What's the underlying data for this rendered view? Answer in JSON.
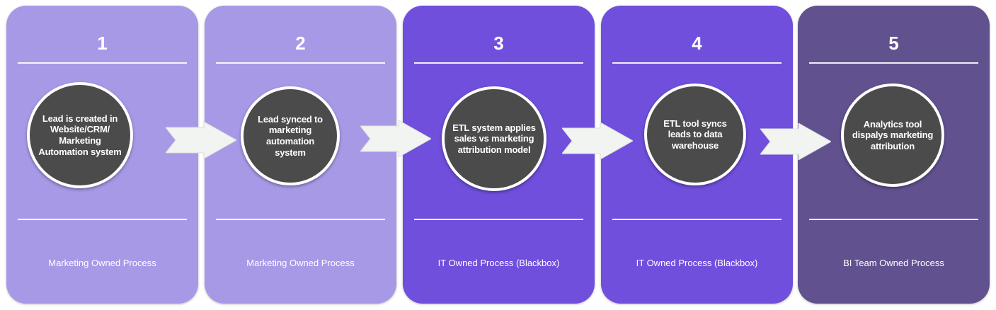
{
  "colors": {
    "card_light": "#a899e7",
    "card_medium": "#6f4fdb",
    "card_dark": "#62518f",
    "circle": "#4b4b4b",
    "arrow": "#f2f4f2"
  },
  "steps": [
    {
      "number": "1",
      "text": "Lead is created in Website/CRM/ Marketing Automation system",
      "owner": "Marketing Owned Process"
    },
    {
      "number": "2",
      "text": "Lead synced to marketing automation system",
      "owner": "Marketing Owned Process"
    },
    {
      "number": "3",
      "text": "ETL system applies sales vs marketing attribution model",
      "owner": "IT Owned Process (Blackbox)"
    },
    {
      "number": "4",
      "text": "ETL tool syncs leads to data warehouse",
      "owner": "IT Owned Process (Blackbox)"
    },
    {
      "number": "5",
      "text": "Analytics tool dispalys marketing attribution",
      "owner": "BI Team Owned Process"
    }
  ]
}
